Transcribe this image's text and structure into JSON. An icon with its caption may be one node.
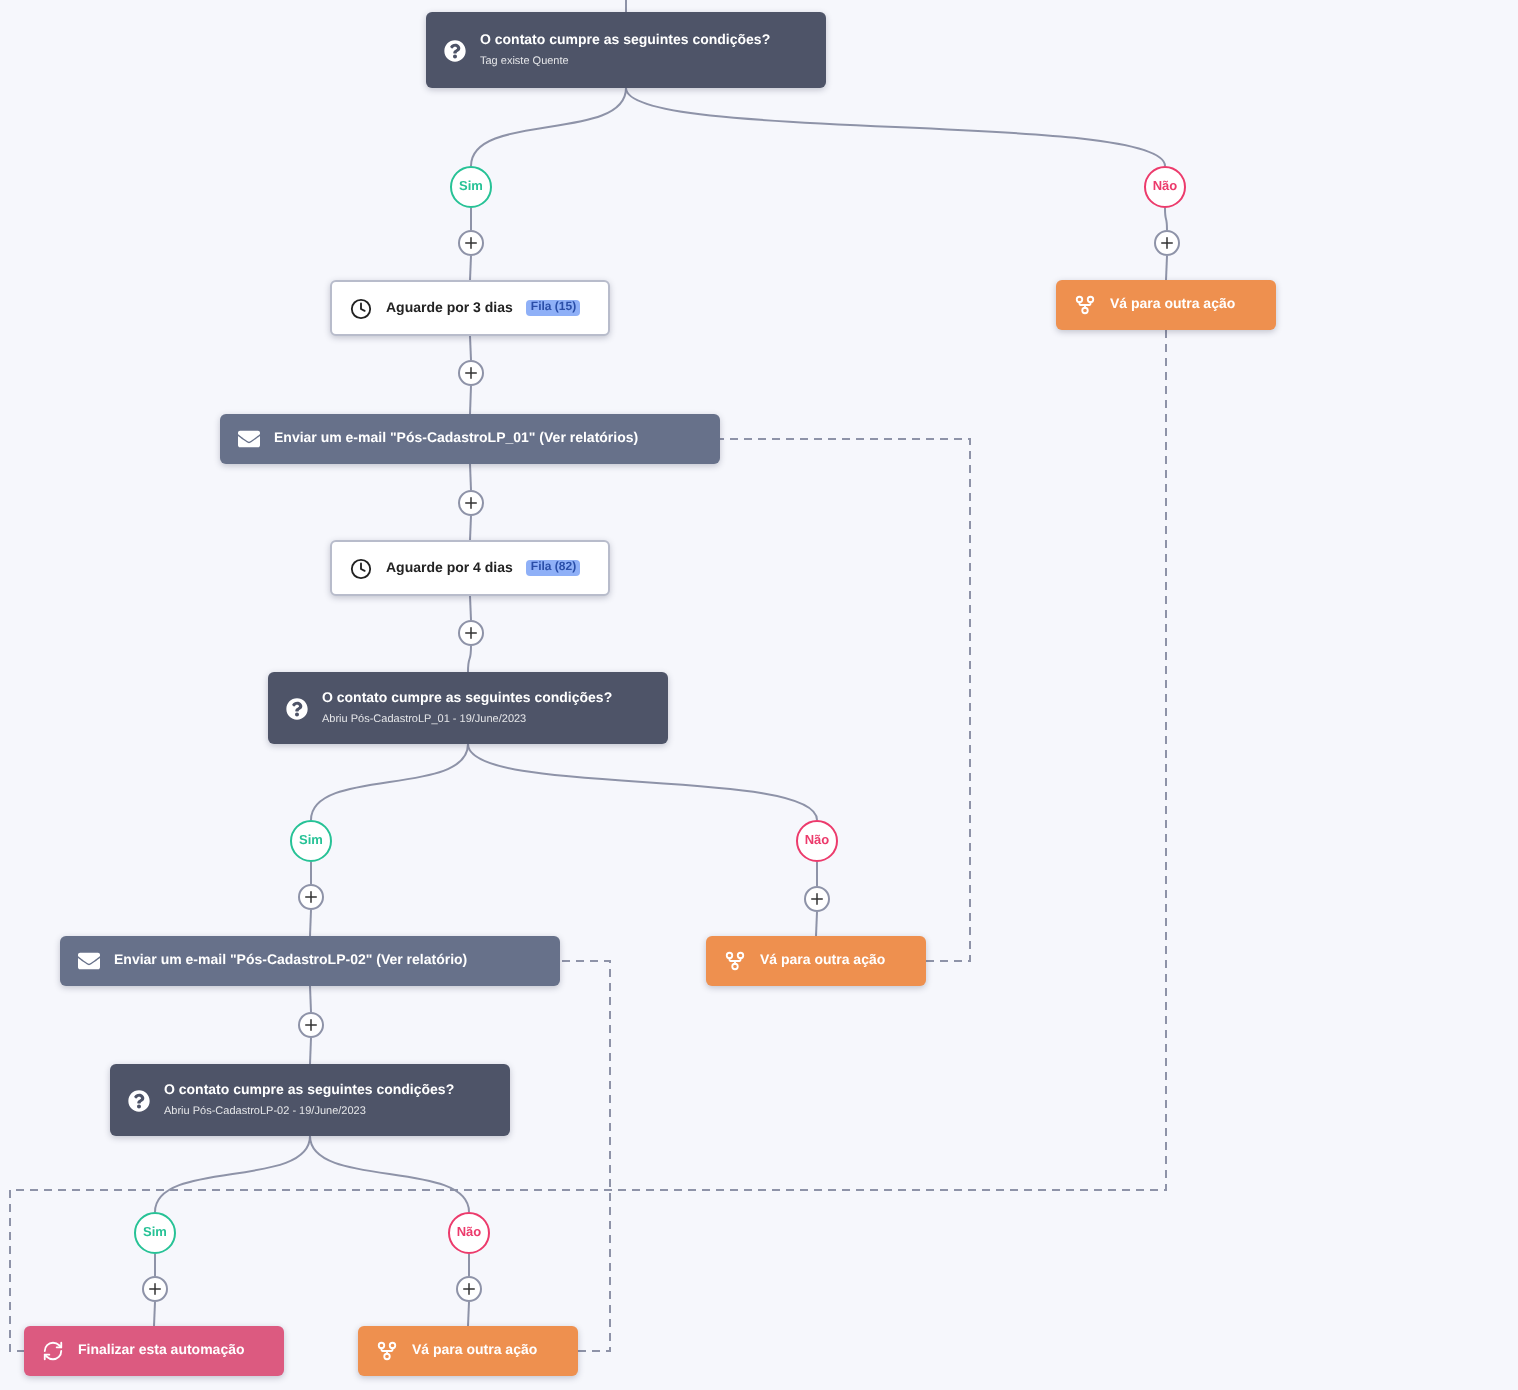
{
  "diagram": {
    "nodes": [
      {
        "text": [
          "O contato cumpre as seguintes condições?",
          "Tag existe Quente"
        ]
      },
      {
        "text": [
          "Sim"
        ]
      },
      {
        "text": [
          "Não"
        ]
      },
      {
        "text": [],
        "shape": "circle"
      },
      {
        "text": [],
        "shape": "circle"
      },
      {
        "text": [
          "Aguarde por 3 dias",
          "Fila (15)"
        ]
      },
      {
        "text": [
          "Vá para outra ação"
        ]
      },
      {
        "text": [],
        "shape": "circle"
      },
      {
        "text": [
          "Enviar um e-mail \"Pós-CadastroLP_01\" (Ver relatórios)"
        ]
      },
      {
        "text": [],
        "shape": "circle"
      },
      {
        "text": [
          "Aguarde por 4 dias",
          "Fila (82)"
        ]
      },
      {
        "text": [],
        "shape": "circle"
      },
      {
        "text": [
          "O contato cumpre as seguintes condições?",
          "Abriu Pós-CadastroLP_01 - 19/June/2023"
        ]
      },
      {
        "text": [
          "Sim"
        ]
      },
      {
        "text": [
          "Não"
        ]
      },
      {
        "text": [],
        "shape": "circle"
      },
      {
        "text": [],
        "shape": "circle"
      },
      {
        "text": [
          "Enviar um e-mail \"Pós-CadastroLP-02\" (Ver relatório)"
        ]
      },
      {
        "text": [
          "Vá para outra ação"
        ]
      },
      {
        "text": [],
        "shape": "circle"
      },
      {
        "text": [
          "O contato cumpre as seguintes condições?",
          "Abriu Pós-CadastroLP-02 - 19/June/2023"
        ]
      },
      {
        "text": [
          "Sim"
        ]
      },
      {
        "text": [
          "Não"
        ]
      },
      {
        "text": [],
        "shape": "circle"
      },
      {
        "text": [],
        "shape": "circle"
      },
      {
        "text": [
          "Finalizar esta automação"
        ]
      },
      {
        "text": [
          "Vá para outra ação"
        ]
      }
    ],
    "edges": [
      {
        "from": null,
        "to": 0,
        "arrow": "none"
      },
      {
        "from": 0,
        "to": 1,
        "arrow": "none"
      },
      {
        "from": 0,
        "to": 2,
        "arrow": "none"
      },
      {
        "from": 1,
        "to": 3,
        "arrow": "none"
      },
      {
        "from": 2,
        "to": 4,
        "arrow": "none"
      },
      {
        "from": 3,
        "to": 5,
        "arrow": "none"
      },
      {
        "from": 4,
        "to": 6,
        "arrow": "none"
      },
      {
        "from": 5,
        "to": 7,
        "arrow": "none"
      },
      {
        "from": 7,
        "to": 8,
        "arrow": "none"
      },
      {
        "from": 8,
        "to": 9,
        "arrow": "none"
      },
      {
        "from": 9,
        "to": 10,
        "arrow": "none"
      },
      {
        "from": 10,
        "to": 11,
        "arrow": "none"
      },
      {
        "from": 11,
        "to": 12,
        "arrow": "none"
      },
      {
        "from": 12,
        "to": 13,
        "arrow": "none"
      },
      {
        "from": 12,
        "to": 14,
        "arrow": "none"
      },
      {
        "from": 13,
        "to": 15,
        "arrow": "none"
      },
      {
        "from": 14,
        "to": 16,
        "arrow": "none"
      },
      {
        "from": 15,
        "to": 17,
        "arrow": "none"
      },
      {
        "from": 16,
        "to": 18,
        "arrow": "none"
      },
      {
        "from": 17,
        "to": 19,
        "arrow": "none"
      },
      {
        "from": 19,
        "to": 20,
        "arrow": "none"
      },
      {
        "from": 20,
        "to": 21,
        "arrow": "none"
      },
      {
        "from": 20,
        "to": 22,
        "arrow": "none"
      },
      {
        "from": 21,
        "to": 23,
        "arrow": "none"
      },
      {
        "from": 22,
        "to": 24,
        "arrow": "none"
      },
      {
        "from": 23,
        "to": 25,
        "arrow": "none"
      },
      {
        "from": 24,
        "to": 26,
        "arrow": "none"
      },
      {
        "from": 6,
        "to": 25,
        "arrow": "none",
        "style": "dashed"
      },
      {
        "from": 18,
        "to": 8,
        "arrow": "none",
        "style": "dashed"
      },
      {
        "from": 26,
        "to": 17,
        "arrow": "none",
        "style": "dashed"
      }
    ]
  }
}
